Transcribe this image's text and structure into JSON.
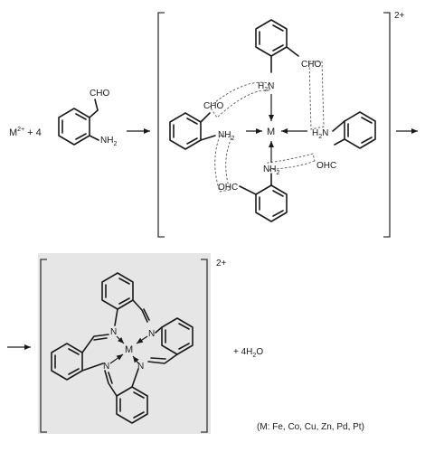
{
  "reactants": {
    "metal_ion": "M",
    "metal_charge": "2+",
    "coefficient": "+ 4",
    "aldehyde_group": "CHO",
    "amine_group": "NH",
    "amine_subscript": "2"
  },
  "intermediate": {
    "top_aldehyde": "CHO",
    "top_amine": "H",
    "top_amine_sub": "2",
    "top_amine_n": "N",
    "left_aldehyde": "CHO",
    "left_amine": "NH",
    "left_amine_sub": "2",
    "right_amine": "H",
    "right_amine_sub": "2",
    "right_amine_n": "N",
    "right_aldehyde": "OHC",
    "bottom_amine": "NH",
    "bottom_amine_sub": "2",
    "bottom_aldehyde": "OHC",
    "left_bottom_aldehyde": "OHC",
    "center_metal": "M",
    "charge": "2+"
  },
  "product": {
    "imine_n": "N",
    "center_metal": "M",
    "charge": "2+",
    "byproduct_prefix": "+ 4H",
    "byproduct_sub": "2",
    "byproduct_suffix": "O",
    "metals_note": "(M: Fe, Co, Cu, Zn, Pd, Pt)",
    "panel_color": "#e6e6e6"
  }
}
